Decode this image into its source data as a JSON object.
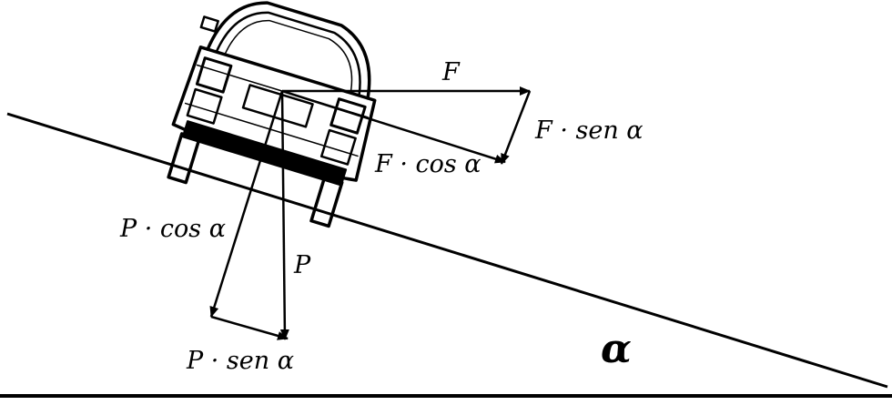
{
  "labels": {
    "F": "F",
    "F_sen": "F · sen α",
    "F_cos": "F · cos α",
    "P": "P",
    "P_cos": "P · cos α",
    "P_sen": "P · sen α",
    "alpha": "α"
  }
}
